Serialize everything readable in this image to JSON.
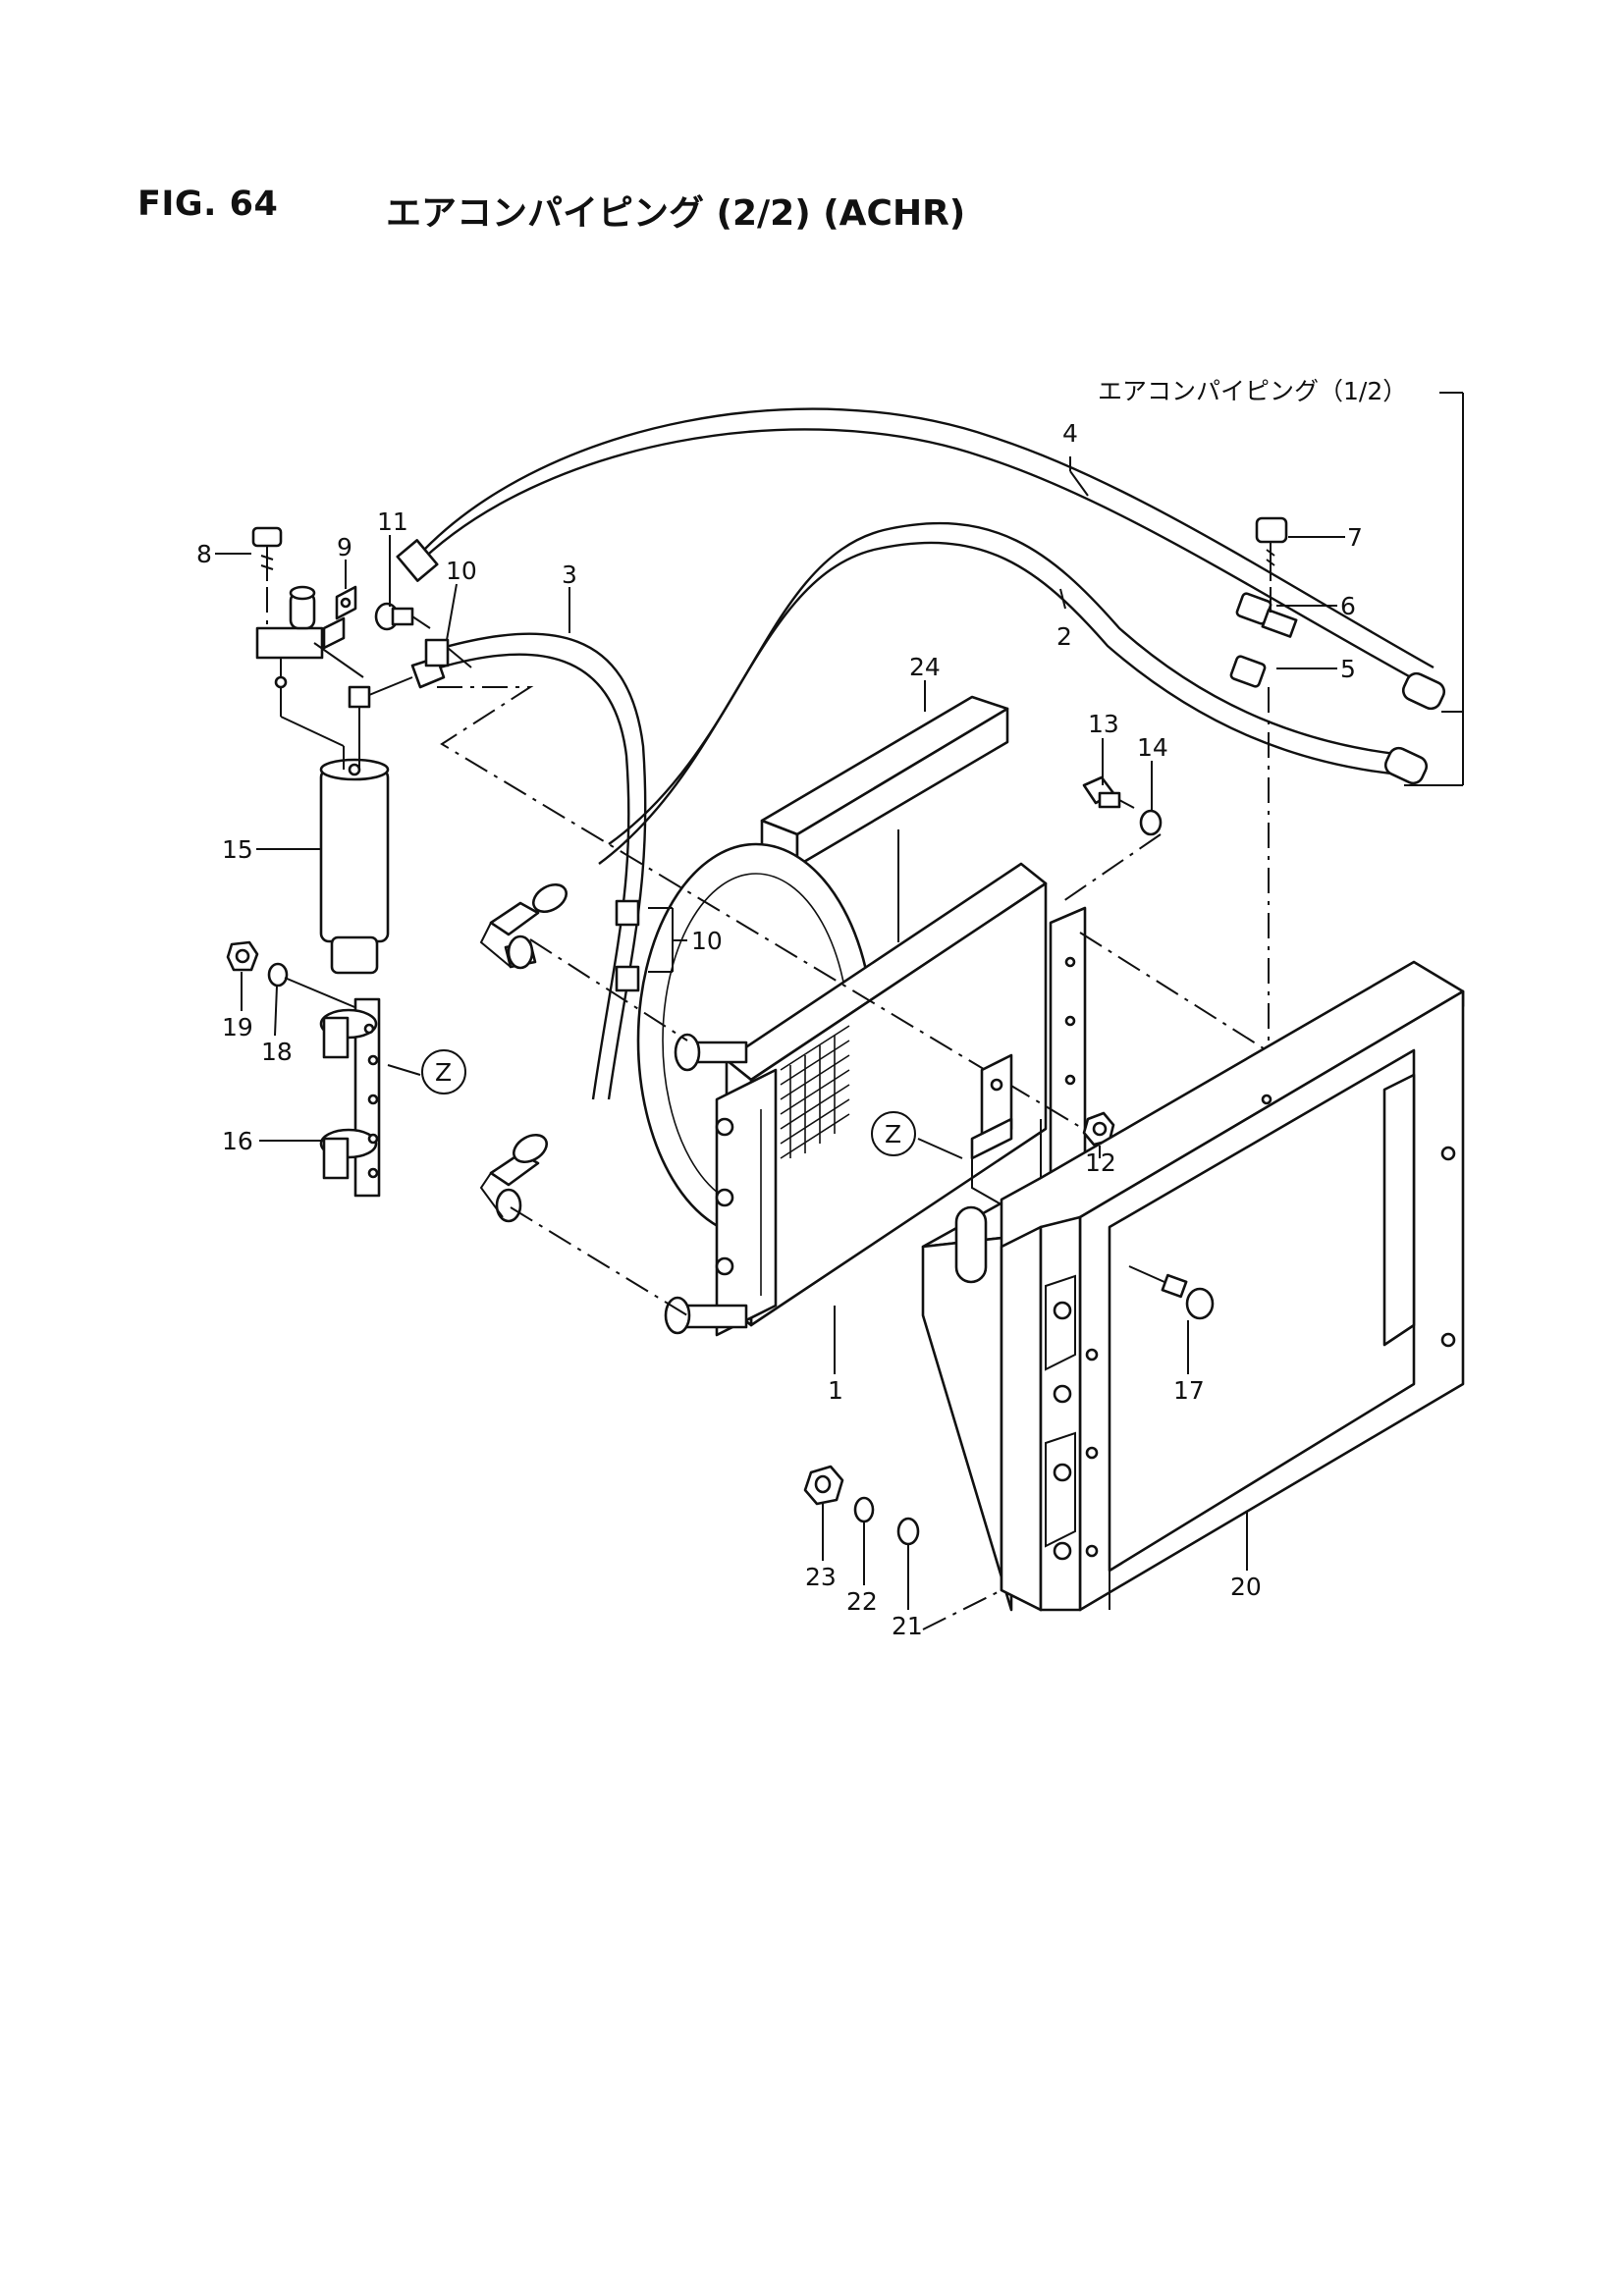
{
  "header": {
    "fig_number": "FIG. 64",
    "title": "エアコンパイピング (2/2) (ACHR)"
  },
  "reference_label": "エアコンパイピング（1/2）",
  "callouts": {
    "c1": "1",
    "c2": "2",
    "c3": "3",
    "c4": "4",
    "c5": "5",
    "c6": "6",
    "c7": "7",
    "c8": "8",
    "c9": "9",
    "c10a": "10",
    "c10b": "10",
    "c11": "11",
    "c12": "12",
    "c13": "13",
    "c14": "14",
    "c15": "15",
    "c16": "16",
    "c17": "17",
    "c18": "18",
    "c19": "19",
    "c20": "20",
    "c21": "21",
    "c22": "22",
    "c23": "23",
    "c24": "24"
  },
  "detail_markers": {
    "z1": "Z",
    "z2": "Z"
  }
}
